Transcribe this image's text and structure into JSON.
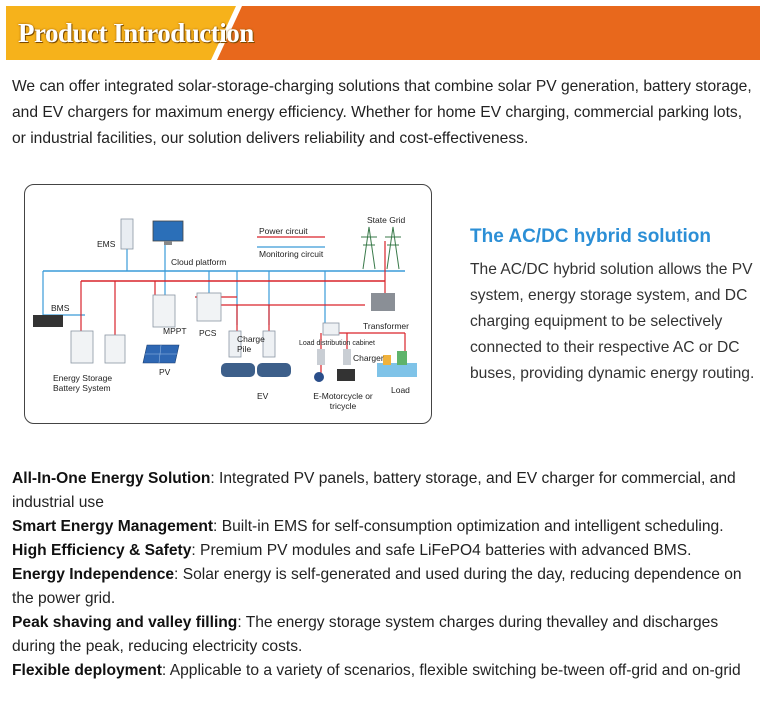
{
  "banner": {
    "title": "Product Introduction",
    "colors": {
      "left": "#f6b21b",
      "right": "#e8681c"
    }
  },
  "intro": "We can offer integrated solar-storage-charging solutions that combine solar PV generation, battery storage, and EV chargers for maximum energy efficiency. Whether for home EV charging, commercial parking lots, or industrial facilities, our solution delivers reliability and cost-effectiveness.",
  "diagram": {
    "labels": {
      "power_circuit": "Power circuit",
      "monitoring_circuit": "Monitoring circuit",
      "state_grid": "State Grid",
      "ems": "EMS",
      "cloud_platform": "Cloud platform",
      "bms": "BMS",
      "mppt": "MPPT",
      "pcs": "PCS",
      "charge_pile": "Charge Pile",
      "load_cabinet": "Load distribution cabinet",
      "charger": "Charger",
      "transformer": "Transformer",
      "energy_storage": "Energy Storage Battery System",
      "pv": "PV",
      "ev": "EV",
      "e_motorcycle": "E-Motorcycle or tricycle",
      "load": "Load"
    },
    "colors": {
      "power": "#d9232a",
      "monitoring": "#3a9bd8"
    }
  },
  "side": {
    "title": "The AC/DC hybrid solution",
    "body": "The AC/DC hybrid solution allows the PV system, energy storage system, and DC charging equipment to be selectively connected to their respective AC or DC buses, providing dynamic energy routing."
  },
  "features": [
    {
      "title": "All-In-One Energy Solution",
      "text": ": Integrated PV panels, battery storage, and EV charger for commercial, and industrial use"
    },
    {
      "title": "Smart Energy Management",
      "text": ": Built-in EMS for self-consumption optimization and intelligent scheduling."
    },
    {
      "title": "High Efficiency & Safety",
      "text": ": Premium PV modules and safe LiFePO4 batteries with advanced BMS."
    },
    {
      "title": "Energy Independence",
      "text": ": Solar energy is self-generated and used during the day, reducing dependence on the power grid."
    },
    {
      "title": "Peak shaving and valley filling",
      "text": ": The energy storage system charges during thevalley and discharges during the peak, reducing electricity costs."
    },
    {
      "title": "Flexible deployment",
      "text": ": Applicable to a variety of scenarios, flexible switching be-tween off-grid and on-grid"
    }
  ]
}
